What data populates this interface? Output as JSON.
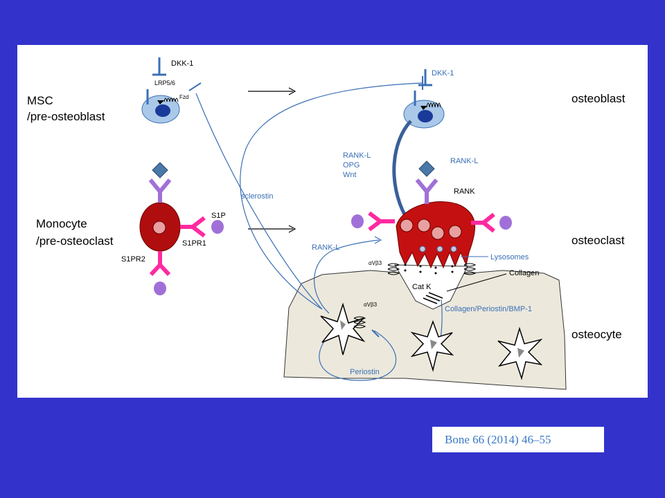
{
  "stages": {
    "msc_line1": "MSC",
    "msc_line2": "/pre-osteoblast",
    "monocyte_line1": "Monocyte",
    "monocyte_line2": "/pre-osteoclast",
    "osteoblast": "osteoblast",
    "osteoclast": "osteoclast",
    "osteocyte": "osteocyte"
  },
  "labels": {
    "dkk1_left": "DKK-1",
    "lrp": "LRP5/6",
    "fzd": "Fzd",
    "dkk1_right": "DKK-1",
    "sclerostin": "sclerostin",
    "s1p": "S1P",
    "s1pr1": "S1PR1",
    "s1pr2": "S1PR2",
    "rankl_osteoblast": "RANK-L",
    "opg": "OPG",
    "wnt": "Wnt",
    "rankl_top": "RANK-L",
    "rank": "RANK",
    "rankl_osteocyte": "RANK-L",
    "lysosomes": "Lysosomes",
    "collagen": "Collagen",
    "avb3_clast": "αVβ3",
    "avb3_cyte": "αVβ3",
    "catk": "Cat K",
    "collagen_periostin": "Collagen/Periostin/BMP-1",
    "periostin": "Periostin"
  },
  "citation": "Bone 66 (2014) 46–55",
  "colors": {
    "background": "#3333cc",
    "panel": "#ffffff",
    "cell_blue": "#aac8e8",
    "nucleus": "#1a3a9a",
    "osteoclast_red": "#c41010",
    "receptor_purple": "#a070d8",
    "s1p_magenta": "#ff2aa0",
    "bone_matrix": "#ece8dc",
    "line_blue": "#3a6fb5"
  }
}
